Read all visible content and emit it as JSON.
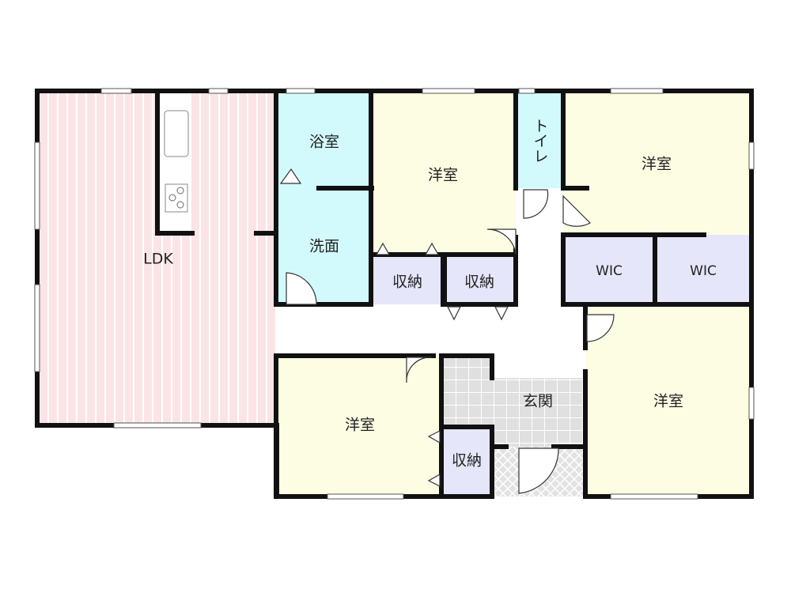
{
  "floorplan": {
    "rooms": {
      "ldk": "LDK",
      "bath": "浴室",
      "washroom": "洗面",
      "toilet": "トイレ",
      "bedroom_top_center": "洋室",
      "bedroom_top_right": "洋室",
      "bedroom_bottom_left": "洋室",
      "bedroom_bottom_right": "洋室",
      "storage_1": "収納",
      "storage_2": "収納",
      "storage_3": "収納",
      "wic_1": "WIC",
      "wic_2": "WIC",
      "entrance": "玄関"
    },
    "colors": {
      "ldk": "#fbe4e6",
      "wet": "#d2fafc",
      "bedroom": "#fcfde2",
      "storage": "#e6e6fa",
      "tile": "#e2e2e2"
    }
  }
}
